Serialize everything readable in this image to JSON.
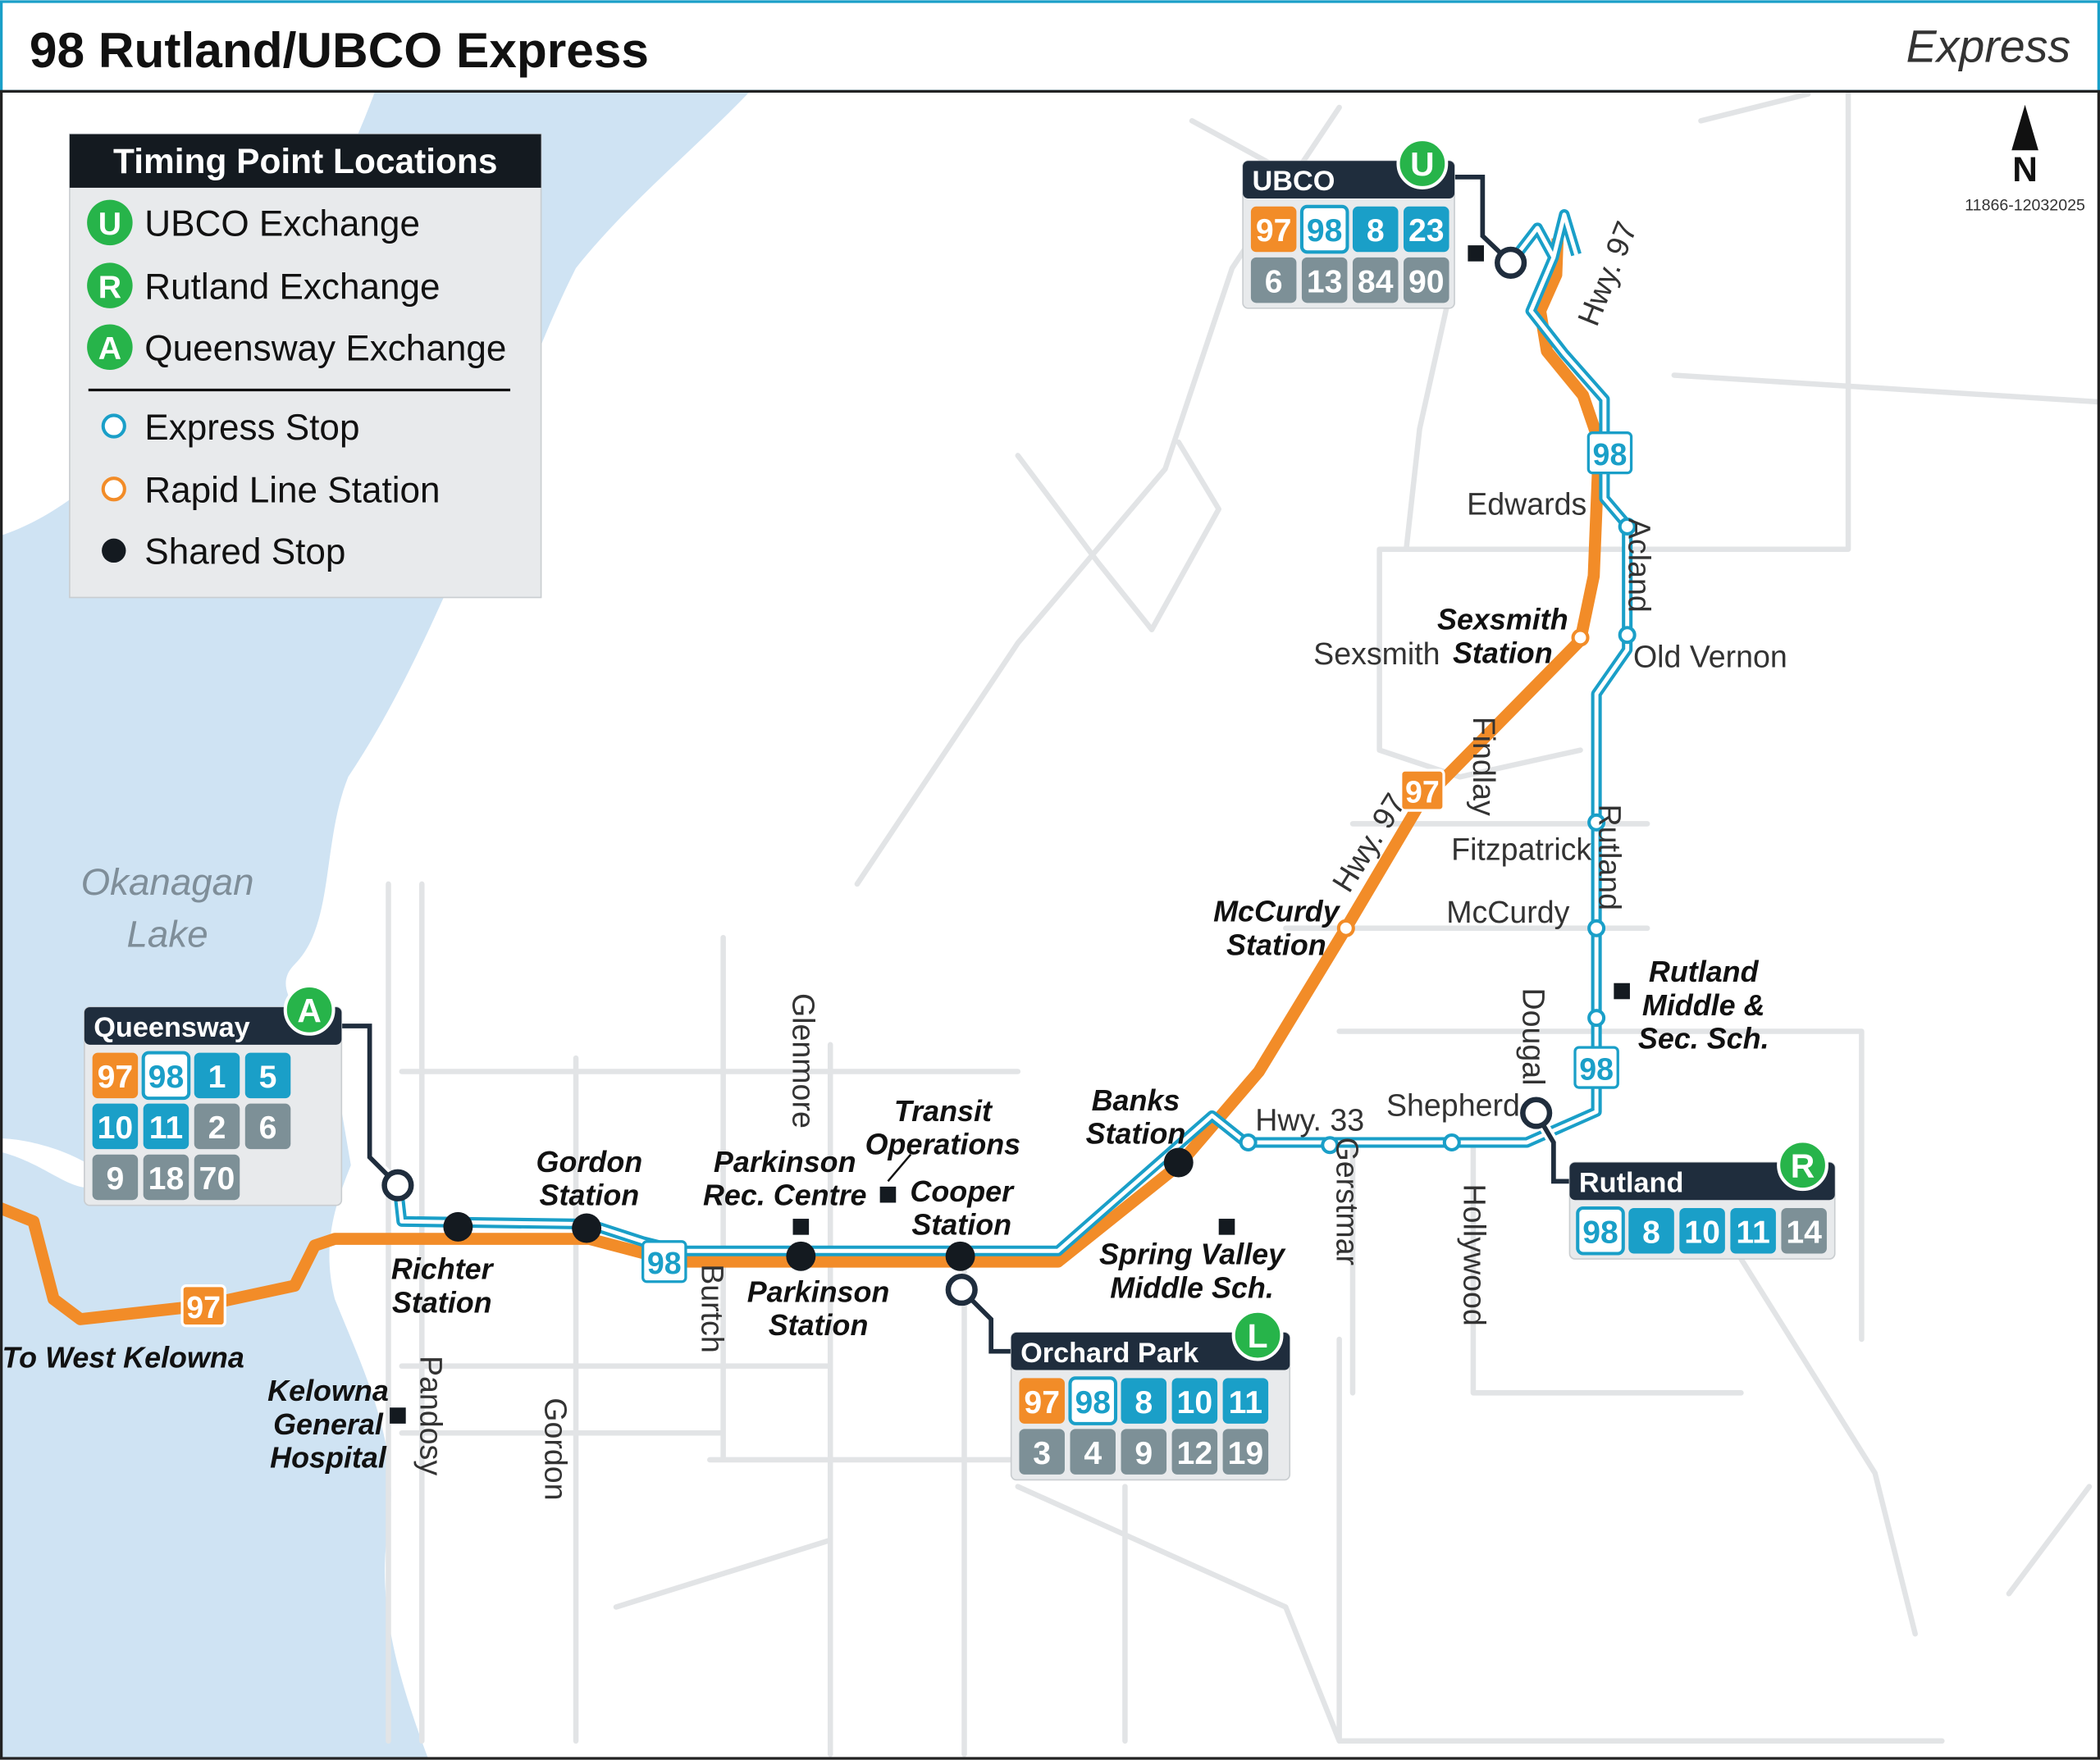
{
  "header": {
    "title": "98 Rutland/UBCO Express",
    "service_type": "Express"
  },
  "north": {
    "label": "N",
    "map_code": "11866-12032025"
  },
  "colors": {
    "rapid": "#f28c28",
    "express": "#1a9fc8",
    "frequent": "#1a9fc8",
    "regular": "#7d9097",
    "navy": "#1f2d3d",
    "exchange": "#27b44a",
    "water": "#cfe3f3"
  },
  "legend": {
    "title": "Timing Point Locations",
    "exchanges": [
      {
        "letter": "U",
        "label": "UBCO Exchange"
      },
      {
        "letter": "R",
        "label": "Rutland Exchange"
      },
      {
        "letter": "A",
        "label": "Queensway Exchange"
      }
    ],
    "symbols": [
      {
        "type": "express-stop",
        "label": "Express Stop"
      },
      {
        "type": "rapid-station",
        "label": "Rapid Line Station"
      },
      {
        "type": "shared-stop",
        "label": "Shared Stop"
      }
    ]
  },
  "water_label": [
    "Okanagan",
    "Lake"
  ],
  "exchanges": [
    {
      "name": "UBCO",
      "letter": "U",
      "rows": [
        [
          {
            "n": "97",
            "t": "rapid"
          },
          {
            "n": "98",
            "t": "express"
          },
          {
            "n": "8",
            "t": "frequent"
          },
          {
            "n": "23",
            "t": "frequent"
          }
        ],
        [
          {
            "n": "6",
            "t": "regular"
          },
          {
            "n": "13",
            "t": "regular"
          },
          {
            "n": "84",
            "t": "regular"
          },
          {
            "n": "90",
            "t": "regular"
          }
        ]
      ]
    },
    {
      "name": "Queensway",
      "letter": "A",
      "rows": [
        [
          {
            "n": "97",
            "t": "rapid"
          },
          {
            "n": "98",
            "t": "express"
          },
          {
            "n": "1",
            "t": "frequent"
          },
          {
            "n": "5",
            "t": "frequent"
          }
        ],
        [
          {
            "n": "10",
            "t": "frequent"
          },
          {
            "n": "11",
            "t": "frequent"
          },
          {
            "n": "2",
            "t": "regular"
          },
          {
            "n": "6",
            "t": "regular"
          }
        ],
        [
          {
            "n": "9",
            "t": "regular"
          },
          {
            "n": "18",
            "t": "regular"
          },
          {
            "n": "70",
            "t": "regular"
          }
        ]
      ]
    },
    {
      "name": "Orchard Park",
      "letter": "L",
      "rows": [
        [
          {
            "n": "97",
            "t": "rapid"
          },
          {
            "n": "98",
            "t": "express"
          },
          {
            "n": "8",
            "t": "frequent"
          },
          {
            "n": "10",
            "t": "frequent"
          },
          {
            "n": "11",
            "t": "frequent"
          }
        ],
        [
          {
            "n": "3",
            "t": "regular"
          },
          {
            "n": "4",
            "t": "regular"
          },
          {
            "n": "9",
            "t": "regular"
          },
          {
            "n": "12",
            "t": "regular"
          },
          {
            "n": "19",
            "t": "regular"
          }
        ]
      ]
    },
    {
      "name": "Rutland",
      "letter": "R",
      "rows": [
        [
          {
            "n": "98",
            "t": "express"
          },
          {
            "n": "8",
            "t": "frequent"
          },
          {
            "n": "10",
            "t": "frequent"
          },
          {
            "n": "11",
            "t": "frequent"
          },
          {
            "n": "14",
            "t": "regular"
          }
        ]
      ]
    }
  ],
  "route_shields": [
    "97",
    "98",
    "97",
    "98",
    "98"
  ],
  "stations": [
    {
      "lines": [
        "Richter",
        "Station"
      ]
    },
    {
      "lines": [
        "Gordon",
        "Station"
      ]
    },
    {
      "lines": [
        "Parkinson",
        "Rec. Centre"
      ]
    },
    {
      "lines": [
        "Transit",
        "Operations"
      ]
    },
    {
      "lines": [
        "Cooper",
        "Station"
      ]
    },
    {
      "lines": [
        "Parkinson",
        "Station"
      ]
    },
    {
      "lines": [
        "Banks",
        "Station"
      ]
    },
    {
      "lines": [
        "Spring Valley",
        "Middle Sch."
      ]
    },
    {
      "lines": [
        "McCurdy",
        "Station"
      ]
    },
    {
      "lines": [
        "Sexsmith",
        "Station"
      ]
    },
    {
      "lines": [
        "Rutland",
        "Middle &",
        "Sec. Sch."
      ]
    },
    {
      "lines": [
        "Kelowna",
        "General",
        "Hospital"
      ]
    },
    {
      "lines": [
        "To West Kelowna"
      ]
    }
  ],
  "streets": [
    "Edwards",
    "Sexsmith",
    "Old Vernon",
    "Acland",
    "Findlay",
    "Fitzpatrick",
    "Rutland",
    "McCurdy",
    "Dougal",
    "Shepherd",
    "Hwy. 33",
    "Gerstmar",
    "Hollywood",
    "Glenmore",
    "Burtch",
    "Pandosy",
    "Gordon",
    "Hwy. 97",
    "Hwy. 97"
  ]
}
